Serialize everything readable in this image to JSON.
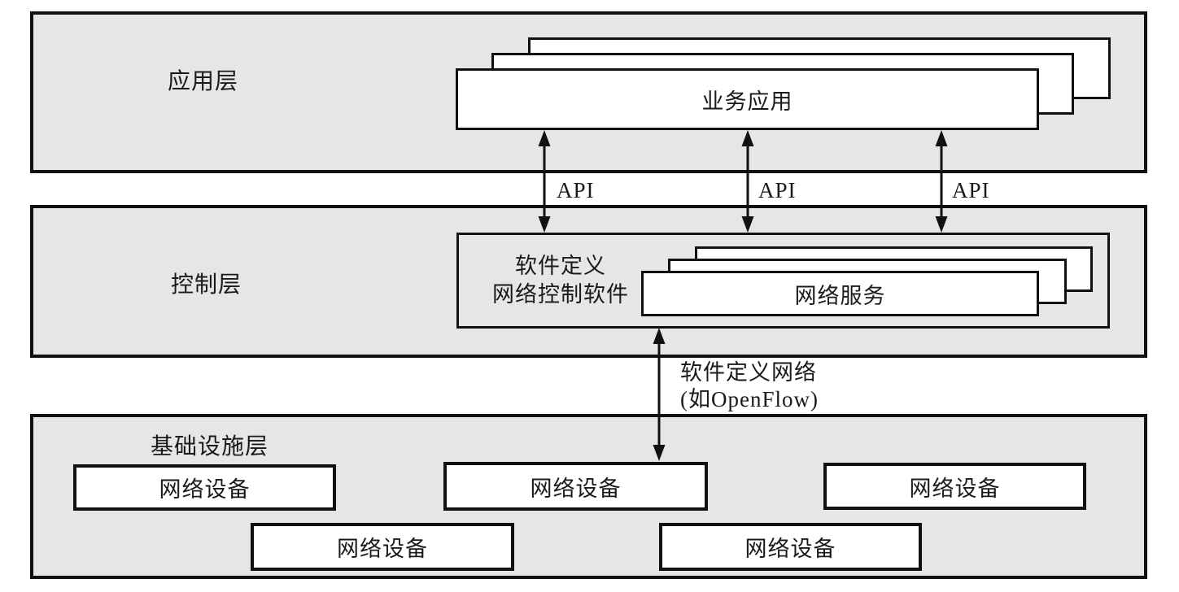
{
  "colors": {
    "canvas_bg": "#ffffff",
    "layer_bg": "#e6e6e6",
    "box_bg": "#ffffff",
    "line": "#111111",
    "text": "#1a1a1a"
  },
  "layers": {
    "application": {
      "label": "应用层",
      "app_stack": {
        "label": "业务应用"
      }
    },
    "control": {
      "label": "控制层",
      "controller": {
        "label_line1": "软件定义",
        "label_line2": "网络控制软件"
      },
      "service_stack": {
        "label": "网络服务"
      }
    },
    "infrastructure": {
      "label": "基础设施层",
      "devices": [
        {
          "label": "网络设备"
        },
        {
          "label": "网络设备"
        },
        {
          "label": "网络设备"
        },
        {
          "label": "网络设备"
        },
        {
          "label": "网络设备"
        }
      ]
    }
  },
  "connections": {
    "api_links": [
      {
        "label": "API"
      },
      {
        "label": "API"
      },
      {
        "label": "API"
      }
    ],
    "southbound": {
      "label_line1": "软件定义网络",
      "label_line2": "(如OpenFlow)"
    }
  }
}
